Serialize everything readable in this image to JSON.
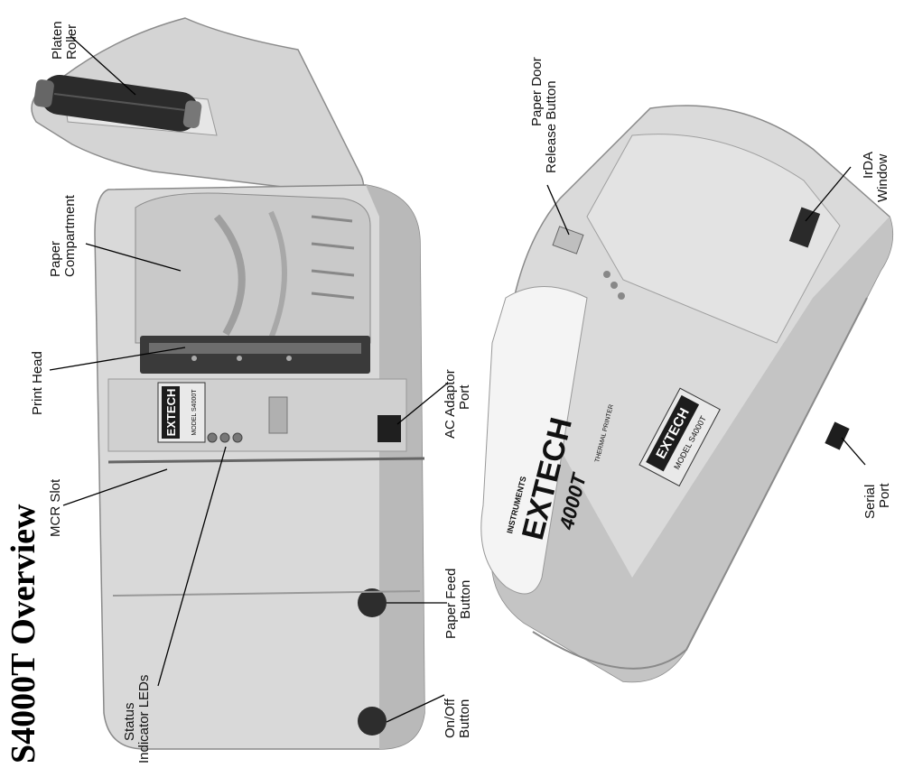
{
  "page": {
    "title": "S4000T Overview"
  },
  "callouts": {
    "platen_roller": [
      "Platen",
      "Roller"
    ],
    "paper_compartment": [
      "Paper",
      "Compartment"
    ],
    "print_head": [
      "Print Head"
    ],
    "mcr_slot": [
      "MCR Slot"
    ],
    "status_leds": [
      "Status",
      "Indicator LEDs"
    ],
    "ac_adaptor_port": [
      "AC Adaptor",
      "Port"
    ],
    "paper_feed_button": [
      "Paper Feed",
      "Button"
    ],
    "on_off_button": [
      "On/Off",
      "Button"
    ],
    "paper_door_release": [
      "Paper Door",
      "Release Button"
    ],
    "irda_window": [
      "IrDA",
      "Window"
    ],
    "serial_port": [
      "Serial",
      "Port"
    ]
  },
  "device_markings": {
    "brand": "EXTECH",
    "sub_brand": "INSTRUMENTS",
    "model": "MODEL S4000T",
    "roll_print": "4000T",
    "roll_sub": "THERMAL PRINTER"
  },
  "colors": {
    "housing": "#d9d9d9",
    "housing_shadow": "#a9a9a9",
    "dark_part": "#2b2b2b",
    "label_bg": "#1c1c1c",
    "ink": "#111111"
  }
}
